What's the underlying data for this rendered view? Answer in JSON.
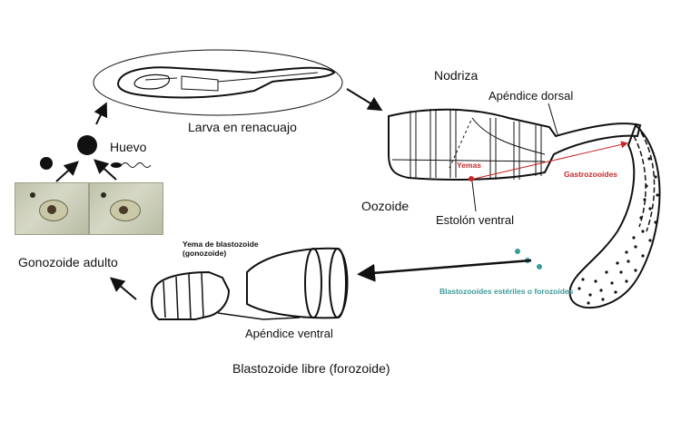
{
  "labels": {
    "larva": "Larva en renacuajo",
    "nodriza": "Nodriza",
    "apendice_dorsal": "Apéndice dorsal",
    "yemas": "Yemas",
    "gastrozooides": "Gastrozooides",
    "oozoide": "Oozoide",
    "estolon_ventral": "Estolón ventral",
    "huevo": "Huevo",
    "gonozoide_adulto": "Gonozoide adulto",
    "yema_blastozoide_line1": "Yema de blastozoide",
    "yema_blastozoide_line2": "(gonozoide)",
    "blastozooides_esteriles": "Blastozooides estériles o forozoides",
    "apendice_ventral": "Apéndice ventral",
    "blastozoide_libre": "Blastozoide libre (forozoide)"
  },
  "colors": {
    "annotation_red": "#c62828",
    "annotation_teal": "#3c9a9a",
    "line": "#111111"
  }
}
